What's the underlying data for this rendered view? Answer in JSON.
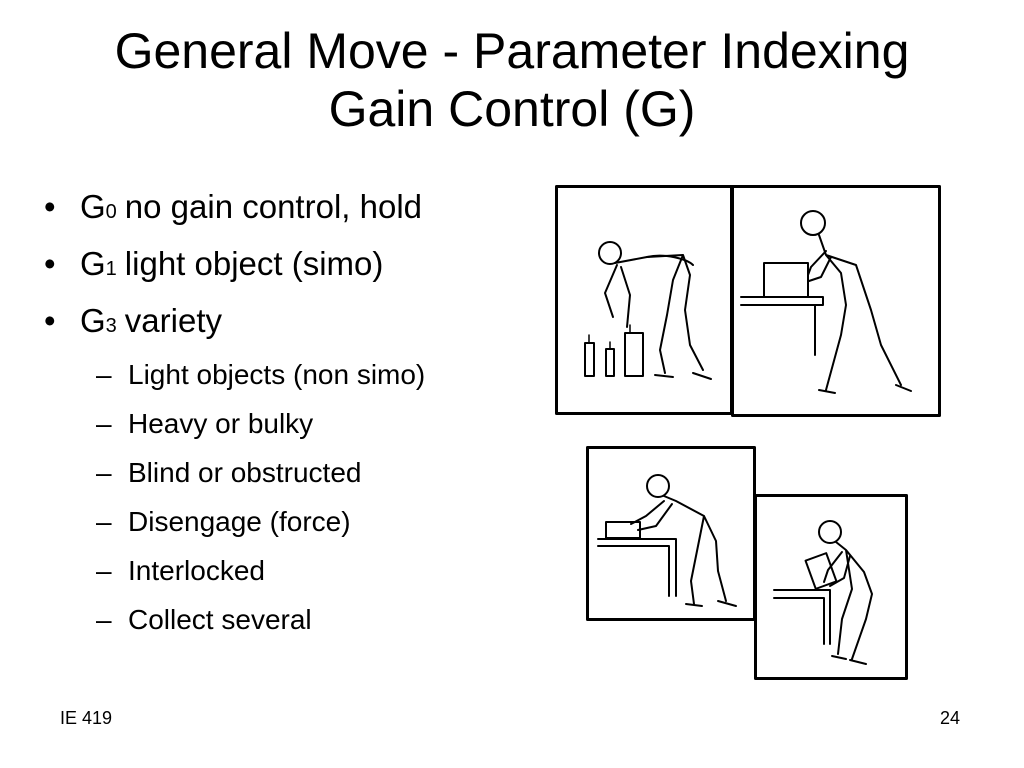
{
  "slide": {
    "title_line1": "General Move - Parameter Indexing",
    "title_line2": "Gain Control (G)",
    "bullets": [
      {
        "prefix": "G",
        "sub": "0",
        "text": "no gain control, hold"
      },
      {
        "prefix": "G",
        "sub": "1",
        "text": "light object (simo)"
      },
      {
        "prefix": "G",
        "sub": "3",
        "text": "variety"
      }
    ],
    "subbullets": [
      "Light objects (non simo)",
      "Heavy or bulky",
      "Blind or obstructed",
      "Disengage (force)",
      "Interlocked",
      "Collect several"
    ],
    "bullet_symbol": "•",
    "dash_symbol": "–",
    "footer_left": "IE 419",
    "page_number": "24"
  }
}
